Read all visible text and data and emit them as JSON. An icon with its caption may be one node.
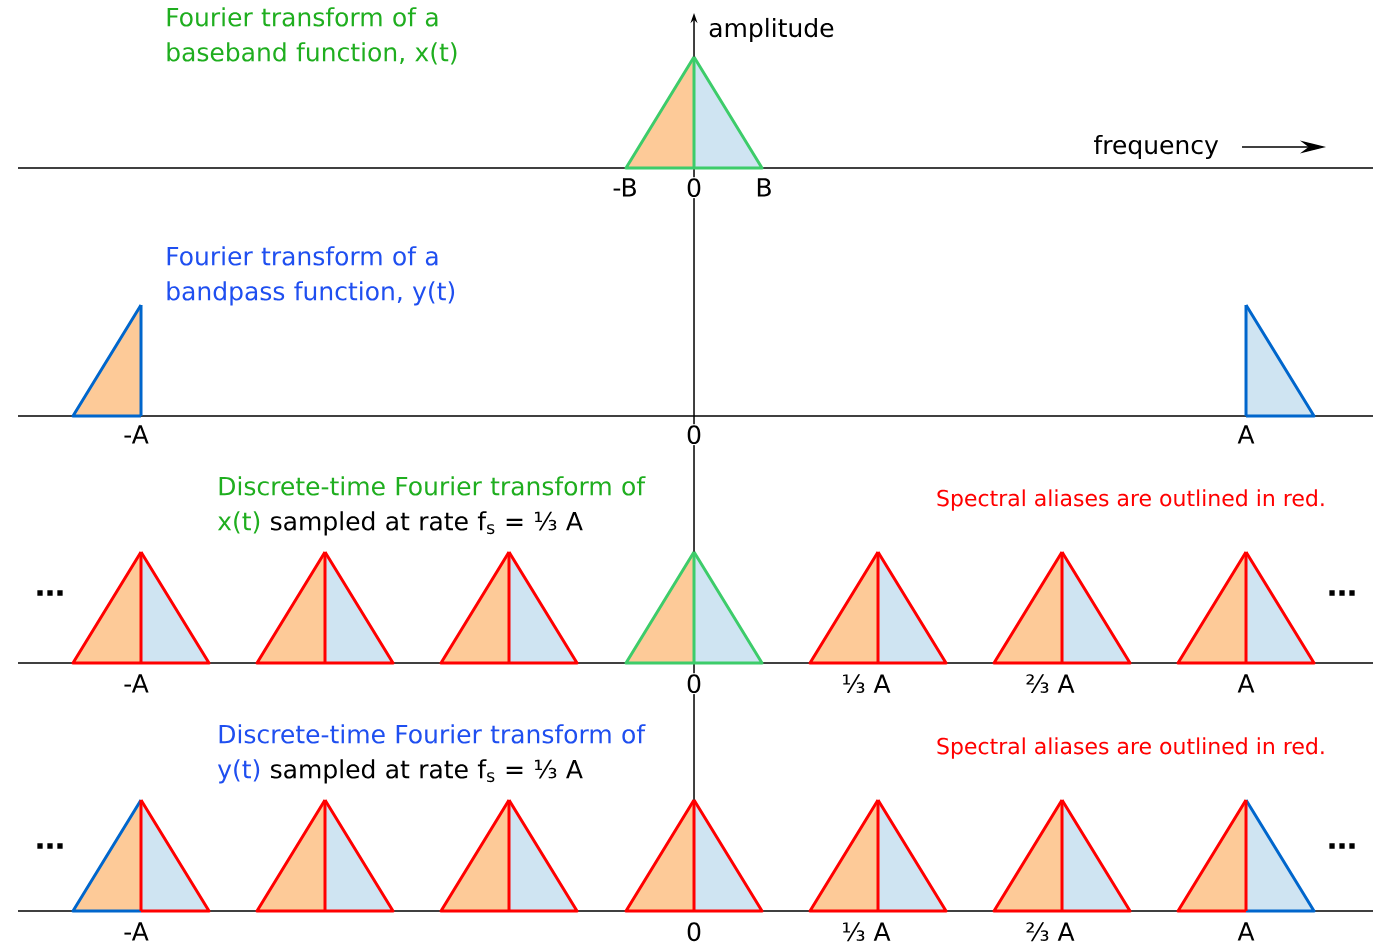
{
  "diagram": {
    "labels": [
      "Fourier transform of a baseband function, x(t)",
      "amplitude",
      "frequency",
      "-B",
      "0",
      "B",
      "Fourier transform of a bandpass function, y(t)",
      "-A",
      "0",
      "A",
      "Discrete-time Fourier transform of x(t)",
      "sampled at rate f$_{s}$ = ⅓ A",
      "Spectral aliases are outlined in red.",
      "…",
      "…",
      "-A",
      "0",
      "⅓ A",
      "⅔ A",
      "A",
      "Discrete-time Fourier transform of y(t)",
      "sampled at rate f$_{s}$ = ⅓ A",
      "Spectral aliases are outlined in red.",
      "…",
      "…",
      "-A",
      "0",
      "⅓ A",
      "⅔ A",
      "A"
    ]
  }
}
